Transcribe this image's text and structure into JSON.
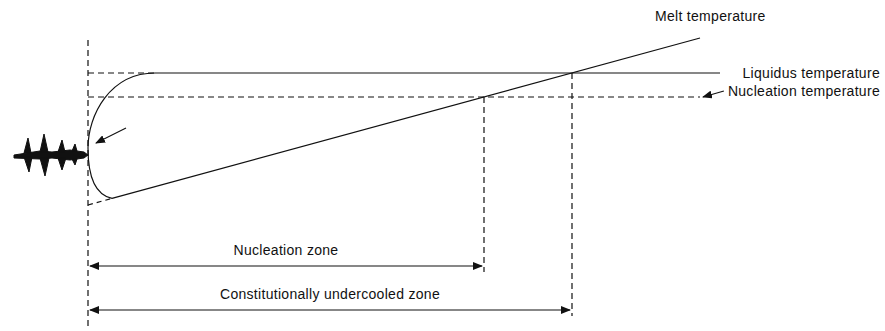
{
  "diagram": {
    "labels": [
      "Melt temperature",
      "Liquidus temperature",
      "Nucleation temperature",
      "Nucleation zone",
      "Constitutionally undercooled zone"
    ]
  }
}
